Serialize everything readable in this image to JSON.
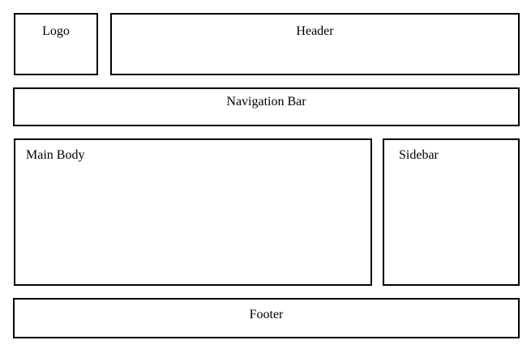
{
  "page": {
    "background_color": "#ffffff",
    "border_color": "#000000",
    "text_color": "#000000"
  },
  "wireframe": {
    "logo": {
      "label": "Logo"
    },
    "header": {
      "label": "Header"
    },
    "navigation": {
      "label": "Navigation Bar"
    },
    "main": {
      "label": "Main Body"
    },
    "sidebar": {
      "label": "Sidebar"
    },
    "footer": {
      "label": "Footer"
    }
  }
}
